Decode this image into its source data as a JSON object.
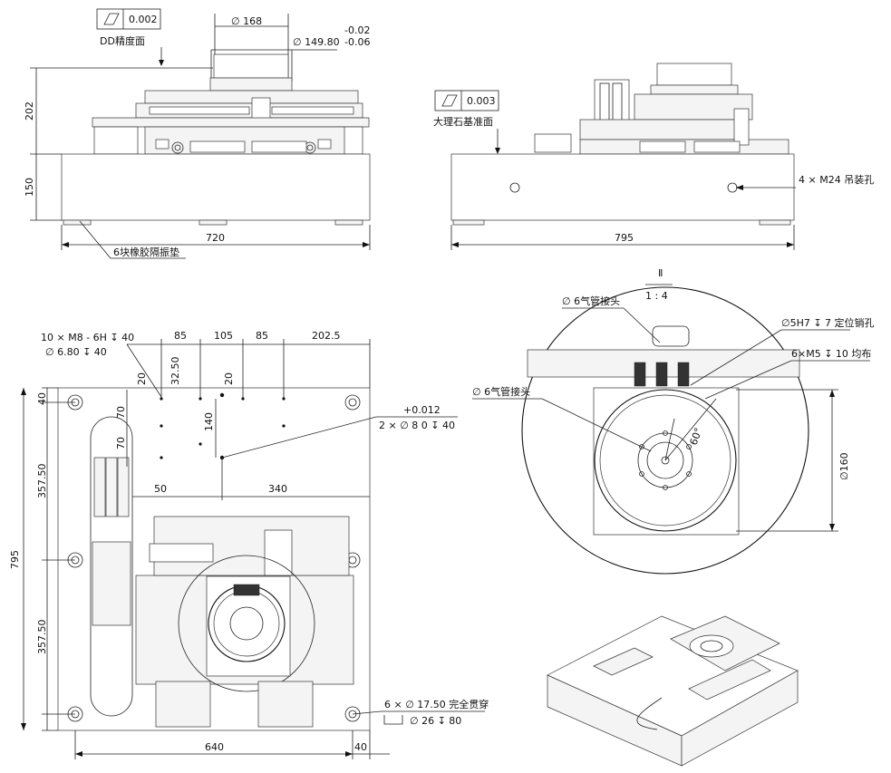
{
  "front_view": {
    "flatness_value": "0.002",
    "flatness_label": "DD精度面",
    "dia_top": "∅ 168",
    "dia_fit": "∅ 149.80",
    "tol_upper": "-0.02",
    "tol_lower": "-0.06",
    "height_upper": "202",
    "height_base": "150",
    "width": "720",
    "pad_note": "6块橡胶隔振垫"
  },
  "side_view": {
    "flatness_value": "0.003",
    "flatness_label": "大理石基准面",
    "lift_note": "4 × M24 吊装孔",
    "width": "795"
  },
  "top_view": {
    "thread_note_1": "10 × M8 - 6H ↧ 40",
    "thread_note_2": "∅ 6.80 ↧ 40",
    "dim_85a": "85",
    "dim_105": "105",
    "dim_85b": "85",
    "dim_202_5": "202.5",
    "dim_20a": "20",
    "dim_32_5": "32.50",
    "dim_20b": "20",
    "dim_70a": "70",
    "dim_70b": "70",
    "dim_140": "140",
    "dim_50": "50",
    "dim_340": "340",
    "pin_tol": "+0.012",
    "pin_note": "2 × ∅ 8  0 ↧ 40",
    "dim_40_top": "40",
    "dim_357_5a": "357.50",
    "dim_357_5b": "357.50",
    "dim_795": "795",
    "dim_640": "640",
    "dim_40_bottom": "40",
    "thru_hole": "6 × ∅ 17.50 完全贯穿",
    "counterbore": "∅ 26 ↧ 80"
  },
  "detail_view": {
    "label": "Ⅱ",
    "scale": "1 : 4",
    "air_fitting_top": "∅ 6气管接头",
    "pin_hole": "∅5H7 ↧ 7 定位销孔",
    "thread_holes": "6×M5 ↧ 10  均布",
    "air_fitting_left": "∅ 6气管接头",
    "angle": "60°",
    "dia_160": "∅160"
  }
}
